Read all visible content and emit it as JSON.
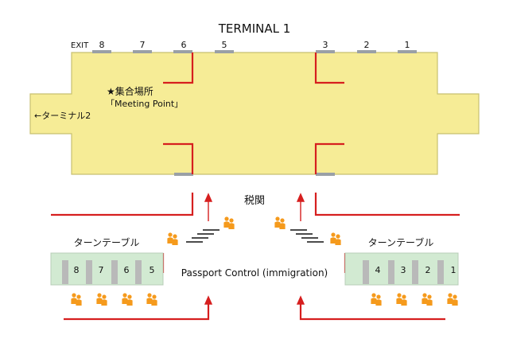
{
  "title": "TERMINAL 1",
  "exit_label": "EXIT",
  "gates_top": [
    "8",
    "7",
    "6",
    "5",
    "3",
    "2",
    "1"
  ],
  "meeting_point": {
    "line1": "★集合場所",
    "line2": "「Meeting Point」"
  },
  "to_terminal2": "←ターミナル2",
  "customs": "税関",
  "passport_control": "Passport Control (immigration)",
  "turntable_label": "ターンテーブル",
  "turntables_left": [
    "8",
    "7",
    "6",
    "5"
  ],
  "turntables_right": [
    "4",
    "3",
    "2",
    "1"
  ],
  "colors": {
    "terminal_fill": "#f6ec96",
    "terminal_stroke": "#c8c070",
    "walls": "#d61f1f",
    "gate": "#9aa0a6",
    "carousel_bg": "#d2ead2",
    "carousel_slot": "#b9b9b9",
    "person": "#f59a1c",
    "stairs": "#111111"
  }
}
